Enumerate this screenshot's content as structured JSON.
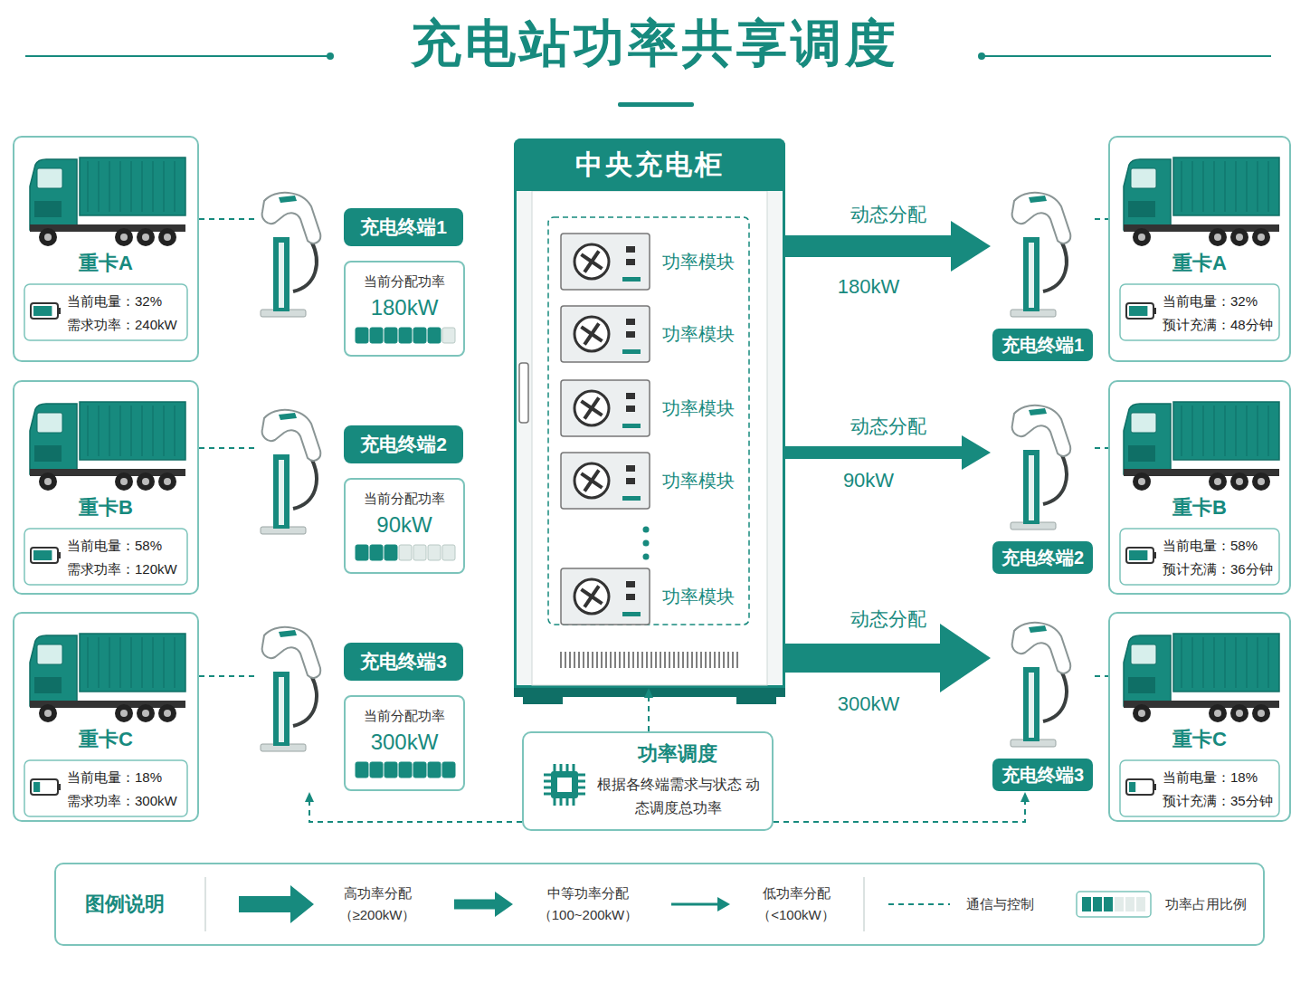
{
  "diagram": {
    "title": "充电站功率共享调度",
    "nodes": [
      {
        "text": [
          "重卡A",
          "当前电量：32%",
          "需求功率：240kW"
        ]
      },
      {
        "text": [
          "充电终端1"
        ]
      },
      {
        "text": [
          "当前分配功率",
          "180kW"
        ],
        "in": 1
      },
      {
        "text": [
          "重卡B",
          "当前电量：58%",
          "需求功率：120kW"
        ]
      },
      {
        "text": [
          "充电终端2"
        ]
      },
      {
        "text": [
          "当前分配功率",
          "90kW"
        ],
        "in": 4
      },
      {
        "text": [
          "重卡C",
          "当前电量：18%",
          "需求功率：300kW"
        ]
      },
      {
        "text": [
          "充电终端3"
        ]
      },
      {
        "text": [
          "当前分配功率",
          "300kW"
        ],
        "in": 7
      },
      {
        "text": [
          "中央充电柜"
        ]
      },
      {
        "text": [
          "功率模块"
        ],
        "in": 9
      },
      {
        "text": [
          "功率模块"
        ],
        "in": 9
      },
      {
        "text": [
          "功率模块"
        ],
        "in": 9
      },
      {
        "text": [
          "功率模块"
        ],
        "in": 9
      },
      {
        "text": [
          "功率模块"
        ],
        "in": 9
      },
      {
        "text": [
          "充电终端1"
        ]
      },
      {
        "text": [
          "重卡A",
          "当前电量：32%",
          "预计充满：48分钟"
        ]
      },
      {
        "text": [
          "充电终端2"
        ]
      },
      {
        "text": [
          "重卡B",
          "当前电量：58%",
          "预计充满：36分钟"
        ]
      },
      {
        "text": [
          "充电终端3"
        ]
      },
      {
        "text": [
          "重卡C",
          "当前电量：18%",
          "预计充满：35分钟"
        ]
      },
      {
        "text": [
          "功率调度",
          "根据各终端需求与状态 动态调度总功率"
        ]
      }
    ],
    "edges": [
      {
        "from": 0,
        "to": 1,
        "arrow": "none"
      },
      {
        "from": 3,
        "to": 4,
        "arrow": "none"
      },
      {
        "from": 6,
        "to": 7,
        "arrow": "none"
      },
      {
        "from": 9,
        "to": 15,
        "label": "动态分配",
        "arrow": "to"
      },
      {
        "from": 9,
        "to": 17,
        "label": "动态分配",
        "arrow": "to"
      },
      {
        "from": 9,
        "to": 19,
        "label": "动态分配",
        "arrow": "to"
      },
      {
        "from": 15,
        "to": 16,
        "arrow": "none"
      },
      {
        "from": 17,
        "to": 18,
        "arrow": "none"
      },
      {
        "from": 19,
        "to": 20,
        "arrow": "none"
      },
      {
        "from": 21,
        "to": 9,
        "arrow": "to"
      },
      {
        "from": 21,
        "to": 7,
        "arrow": "to"
      },
      {
        "from": 21,
        "to": 19,
        "arrow": "to"
      }
    ],
    "labels": [
      "180kW",
      "90kW",
      "300kW",
      "图例说明"
    ],
    "legend": [
      {
        "text": "高功率分配 （≥200kW）"
      },
      {
        "text": "中等功率分配 （100~200kW）"
      },
      {
        "text": "低功率分配 （<100kW）"
      },
      {
        "text": "通信与控制"
      },
      {
        "text": "功率占用比例"
      }
    ]
  }
}
